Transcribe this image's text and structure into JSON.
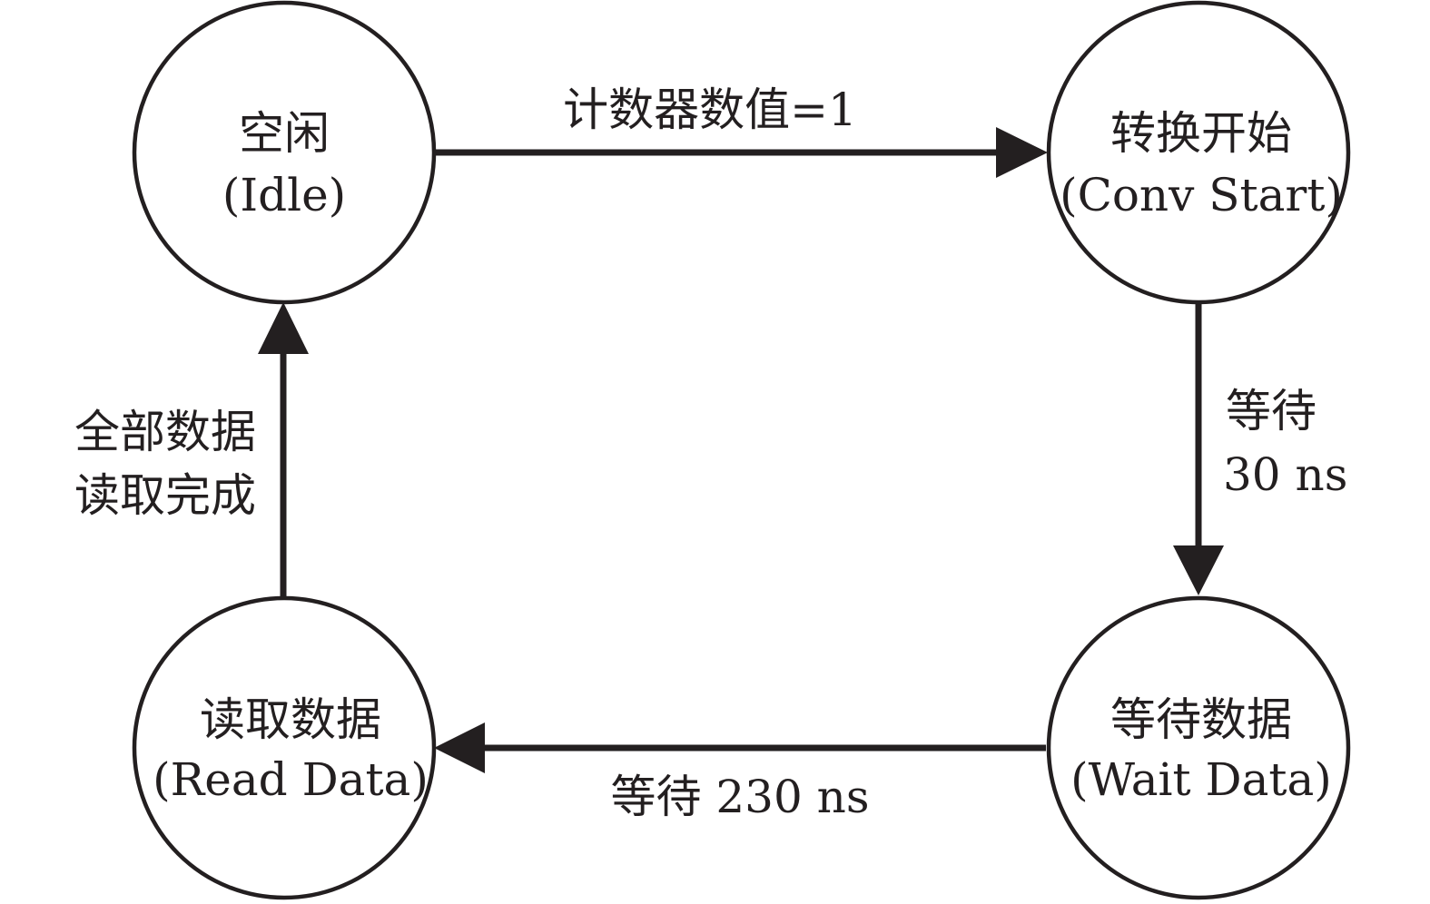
{
  "states": {
    "idle": {
      "zh": "空闲",
      "en": "(Idle)"
    },
    "conv_start": {
      "zh": "转换开始",
      "en": "(Conv Start)"
    },
    "wait_data": {
      "zh": "等待数据",
      "en": "(Wait Data)"
    },
    "read_data": {
      "zh": "读取数据",
      "en": "(Read Data)"
    }
  },
  "transitions": {
    "idle_to_conv": {
      "label": "计数器数值=1"
    },
    "conv_to_wait": {
      "line1": "等待",
      "line2": "30 ns"
    },
    "wait_to_read": {
      "label": "等待 230 ns"
    },
    "read_to_idle": {
      "line1": "全部数据",
      "line2": "读取完成"
    }
  }
}
